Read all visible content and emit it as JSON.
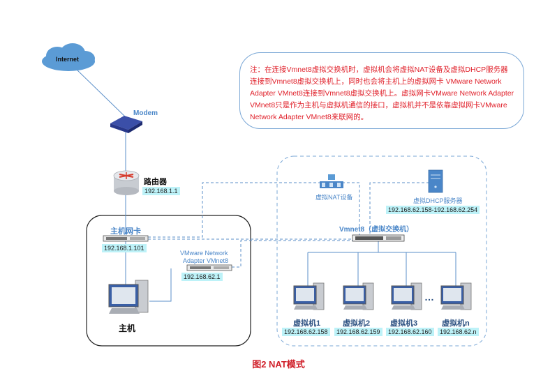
{
  "internet": {
    "label": "Internet"
  },
  "modem": {
    "label": "Modem"
  },
  "router": {
    "label": "路由器",
    "ip": "192.168.1.1"
  },
  "host_nic": {
    "label": "主机网卡",
    "ip": "192.168.1.101"
  },
  "vmnet8_adapter": {
    "label_line1": "VMware Network",
    "label_line2": "Adapter VMnet8",
    "ip": "192.168.62.1"
  },
  "host": {
    "label": "主机"
  },
  "nat_device": {
    "label": "虚拟NAT设备"
  },
  "dhcp_server": {
    "label": "虚拟DHCP服务器",
    "ip_range": "192.168.62.158-192.168.62.254"
  },
  "switch": {
    "label": "Vmnet8（虚拟交换机）"
  },
  "vms": [
    {
      "label": "虚拟机1",
      "ip": "192.168.62.158"
    },
    {
      "label": "虚拟机2",
      "ip": "192.168.62.159"
    },
    {
      "label": "虚拟机3",
      "ip": "192.168.62.160"
    },
    {
      "label": "虚拟机n",
      "ip": "192.168.62.n"
    }
  ],
  "ellipsis": "…",
  "note": "注：在连接Vmnet8虚拟交换机时，虚拟机会将虚拟NAT设备及虚拟DHCP服务器连接到Vmnet8虚拟交换机上，同时也会将主机上的虚拟网卡 VMware Network Adapter VMnet8连接到Vmnet8虚拟交换机上。虚拟网卡VMware Network Adapter VMnet8只是作为主机与虚拟机通信的接口，虚拟机并不是依靠虚拟网卡VMware Network Adapter VMnet8来联网的。",
  "caption": "图2  NAT模式",
  "colors": {
    "line": "#5b8fc9",
    "ip_bg": "#bdf2f8",
    "note_text": "#e0202a",
    "box": "#222222"
  }
}
